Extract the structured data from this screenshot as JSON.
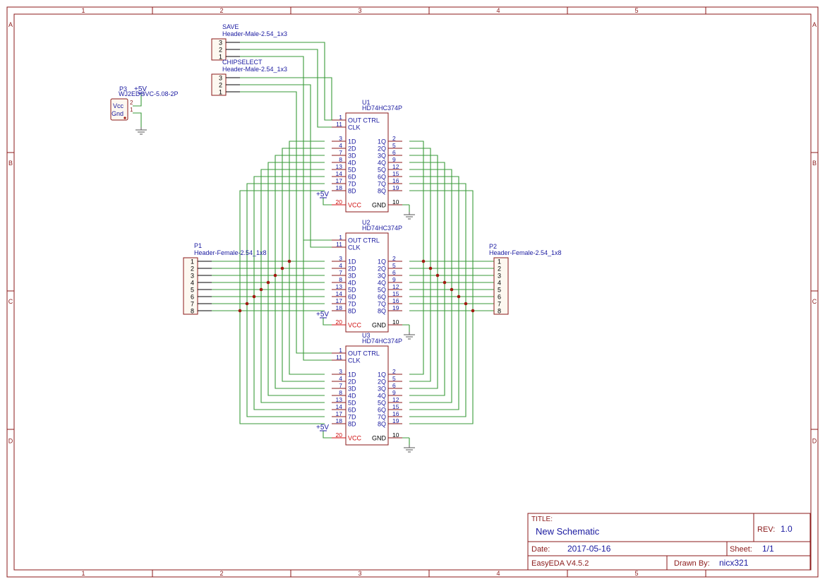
{
  "frame": {
    "columns": [
      "1",
      "2",
      "3",
      "4",
      "5"
    ],
    "rows": [
      "A",
      "B",
      "C",
      "D"
    ],
    "border_color": "#8b1a1a"
  },
  "title_block": {
    "title_label": "TITLE:",
    "title": "New Schematic",
    "rev_label": "REV:",
    "rev": "1.0",
    "date_label": "Date:",
    "date": "2017-05-16",
    "sheet_label": "Sheet:",
    "sheet": "1/1",
    "tool": "EasyEDA V4.5.2",
    "drawn_by_label": "Drawn By:",
    "drawn_by": "nicx321"
  },
  "connectors": {
    "save": {
      "name": "SAVE",
      "value": "Header-Male-2.54_1x3",
      "pins": [
        "3",
        "2",
        "1"
      ]
    },
    "chipselect": {
      "name": "CHIPSELECT",
      "value": "Header-Male-2.54_1x3",
      "pins": [
        "3",
        "2",
        "1"
      ]
    },
    "p3": {
      "name": "P3",
      "value": "WJ2EDGVC-5.08-2P",
      "pins": [
        "2",
        "1"
      ],
      "pin_labels": [
        "Vcc",
        "Gnd"
      ],
      "power": "+5V"
    },
    "p1": {
      "name": "P1",
      "value": "Header-Female-2.54_1x8",
      "pins": [
        "1",
        "2",
        "3",
        "4",
        "5",
        "6",
        "7",
        "8"
      ]
    },
    "p2": {
      "name": "P2",
      "value": "Header-Female-2.54_1x8",
      "pins": [
        "1",
        "2",
        "3",
        "4",
        "5",
        "6",
        "7",
        "8"
      ]
    }
  },
  "chip": {
    "value": "HD74HC374P",
    "ctrl": [
      {
        "num": "1",
        "name": "OUT CTRL"
      },
      {
        "num": "11",
        "name": "CLK"
      }
    ],
    "left_pins": [
      {
        "num": "3",
        "name": "1D"
      },
      {
        "num": "4",
        "name": "2D"
      },
      {
        "num": "7",
        "name": "3D"
      },
      {
        "num": "8",
        "name": "4D"
      },
      {
        "num": "13",
        "name": "5D"
      },
      {
        "num": "14",
        "name": "6D"
      },
      {
        "num": "17",
        "name": "7D"
      },
      {
        "num": "18",
        "name": "8D"
      }
    ],
    "right_pins": [
      {
        "num": "2",
        "name": "1Q"
      },
      {
        "num": "5",
        "name": "2Q"
      },
      {
        "num": "6",
        "name": "3Q"
      },
      {
        "num": "9",
        "name": "4Q"
      },
      {
        "num": "12",
        "name": "5Q"
      },
      {
        "num": "15",
        "name": "6Q"
      },
      {
        "num": "16",
        "name": "7Q"
      },
      {
        "num": "19",
        "name": "8Q"
      }
    ],
    "vcc": {
      "num": "20",
      "name": "VCC"
    },
    "gnd": {
      "num": "10",
      "name": "GND"
    },
    "power_label": "+5V",
    "instances": [
      "U1",
      "U2",
      "U3"
    ]
  },
  "colors": {
    "wire": "#3a9a3a",
    "part": "#8b1a1a",
    "text": "#1a1aa0",
    "pin_num": "#8b1a1a",
    "power_pin": "#d01010",
    "junction": "#a01a10",
    "gnd_symbol": "#555555"
  }
}
